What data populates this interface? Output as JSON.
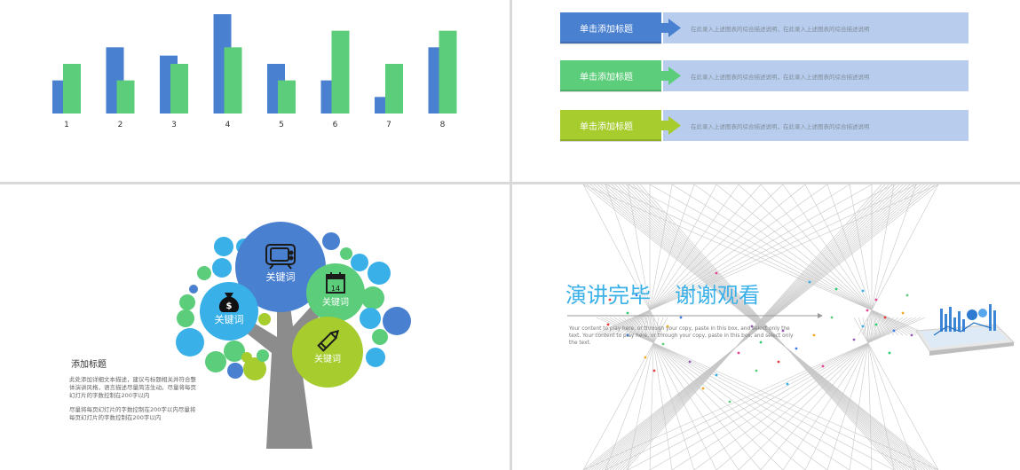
{
  "chart_data": {
    "type": "bar",
    "categories": [
      "1",
      "2",
      "3",
      "4",
      "5",
      "6",
      "7",
      "8"
    ],
    "series": [
      {
        "values": [
          2,
          4,
          3.5,
          6,
          3,
          2,
          1,
          4
        ]
      },
      {
        "values": [
          3,
          2,
          3,
          4,
          2,
          5,
          3,
          5
        ]
      }
    ],
    "ylim": [
      0,
      6
    ],
    "colors": [
      "#4a80d0",
      "#5ccd7a"
    ],
    "grid": false
  },
  "steps": {
    "items": [
      {
        "title": "单击添加标题",
        "desc": "在此录入上述图表的综合描述说明，在此录入上述图表的综合描述说明",
        "color": "#4a80d0"
      },
      {
        "title": "单击添加标题",
        "desc": "在此录入上述图表的综合描述说明，在此录入上述图表的综合描述说明",
        "color": "#5ccd7a"
      },
      {
        "title": "单击添加标题",
        "desc": "在此录入上述图表的综合描述说明，在此录入上述图表的综合描述说明",
        "color": "#a6cc2e"
      }
    ],
    "desc_bg": "#b8cdee"
  },
  "tree": {
    "keywords": [
      "关键词",
      "关键词",
      "关键词",
      "关键词"
    ],
    "icons": [
      "tv-icon",
      "money-bag-icon",
      "calendar-icon",
      "pencil-icon"
    ],
    "calendar_day": "14",
    "money_symbol": "$",
    "title": "添加标题",
    "para1": [
      "此处添加详细文本描述，建议与标题相关并符合整",
      "体演讲风格，语言描述尽量简洁生动。尽量将每页",
      "幻灯片的字数控制在200字以内"
    ],
    "para2": [
      "尽量将每页幻灯片的字数控制在200字以内尽量将",
      "每页幻灯片的字数控制在200字以内"
    ]
  },
  "closing": {
    "title_left": "演讲完毕",
    "title_right": "谢谢观看",
    "body_lines": [
      "Your content to play here, or through your copy, paste in this box, and select only the",
      "text. Your content to play here, or through your copy, paste in this box, and select only",
      "the text."
    ],
    "accent": "#3ab0e8"
  }
}
